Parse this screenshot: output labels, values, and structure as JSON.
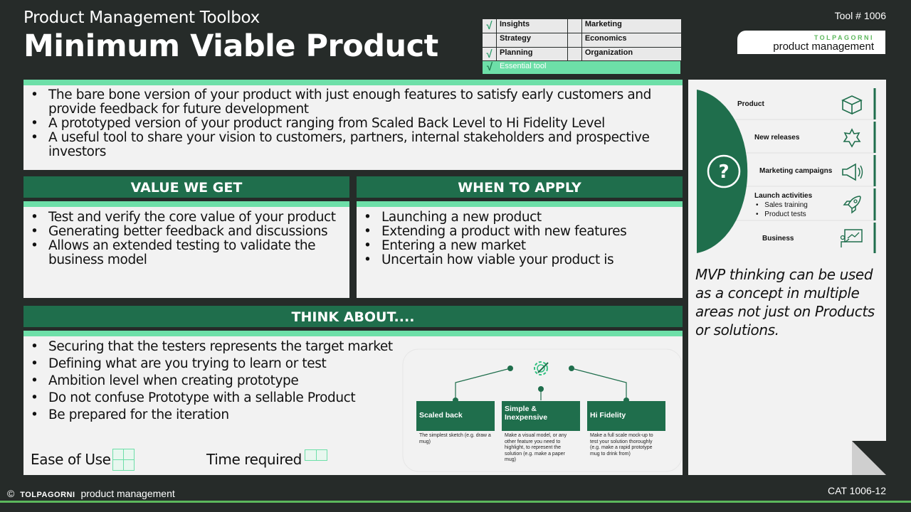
{
  "header": {
    "subtitle": "Product Management Toolbox",
    "title": "Minimum Viable Product",
    "tool_number": "Tool # 1006",
    "logo_top": "TOLPAGORNI",
    "logo_bottom": "product management"
  },
  "categories": {
    "rows": [
      {
        "left_check": "√",
        "left": "Insights",
        "right_check": "",
        "right": "Marketing"
      },
      {
        "left_check": "",
        "left": "Strategy",
        "right_check": "",
        "right": "Economics"
      },
      {
        "left_check": "√",
        "left": "Planning",
        "right_check": "",
        "right": "Organization"
      }
    ],
    "essential_check": "√",
    "essential": "Essential tool"
  },
  "intro": {
    "bullets": [
      "The bare bone version of your product with just enough features to satisfy early customers and provide feedback for future development",
      "A prototyped version of your product ranging from Scaled Back Level to Hi Fidelity Level",
      "A useful tool to share your vision to customers, partners, internal stakeholders and prospective investors"
    ]
  },
  "value": {
    "heading": "VALUE WE GET",
    "bullets": [
      "Test and verify the core value of your product",
      "Generating better feedback and discussions",
      "Allows an extended testing to validate the business model"
    ]
  },
  "when": {
    "heading": "WHEN TO APPLY",
    "bullets": [
      "Launching a new product",
      "Extending a product with new features",
      "Entering a new market",
      "Uncertain how viable your product is"
    ]
  },
  "think": {
    "heading": "THINK ABOUT....",
    "bullets": [
      "Securing that the testers represents the target market",
      "Defining what are you trying to learn or test",
      "Ambition level when creating prototype",
      "Do not confuse Prototype with a sellable Product",
      "Be prepared for the iteration"
    ],
    "ease_label": "Ease of Use",
    "time_label": "Time required"
  },
  "levels": [
    {
      "title": "Scaled back",
      "desc": "The simplest sketch (e.g. draw a mug)"
    },
    {
      "title": "Simple & Inexpensive",
      "desc": "Make a visual model, or any other feature you need to highlight, to represent the solution (e.g. make a paper mug)"
    },
    {
      "title": "Hi Fidelity",
      "desc": "Make a full scale mock-up to test your solution thoroughly (e.g. make a rapid prototype mug to drink from)"
    }
  ],
  "mvp_areas": {
    "center_icon": "question-icon",
    "items": [
      {
        "label": "Product",
        "icon": "box-icon"
      },
      {
        "label": "New releases",
        "icon": "badge-icon"
      },
      {
        "label": "Marketing campaigns",
        "icon": "megaphone-icon"
      },
      {
        "label": "Launch activities",
        "sub": [
          "Sales training",
          "Product tests"
        ],
        "icon": "rocket-icon"
      },
      {
        "label": "Business",
        "icon": "presentation-icon"
      }
    ]
  },
  "note": "MVP thinking can be used as a concept in multiple areas not just on Products or solutions.",
  "footer": {
    "copyright": "©",
    "brand": "TOLPAGORNI",
    "brand_suffix": "product management",
    "catalog": "CAT 1006-12"
  },
  "colors": {
    "background": "#262b29",
    "dark_green": "#1f6e4c",
    "mint": "#6ddfa8",
    "panel": "#f2f2f2",
    "accent_line": "#5cb85c"
  }
}
